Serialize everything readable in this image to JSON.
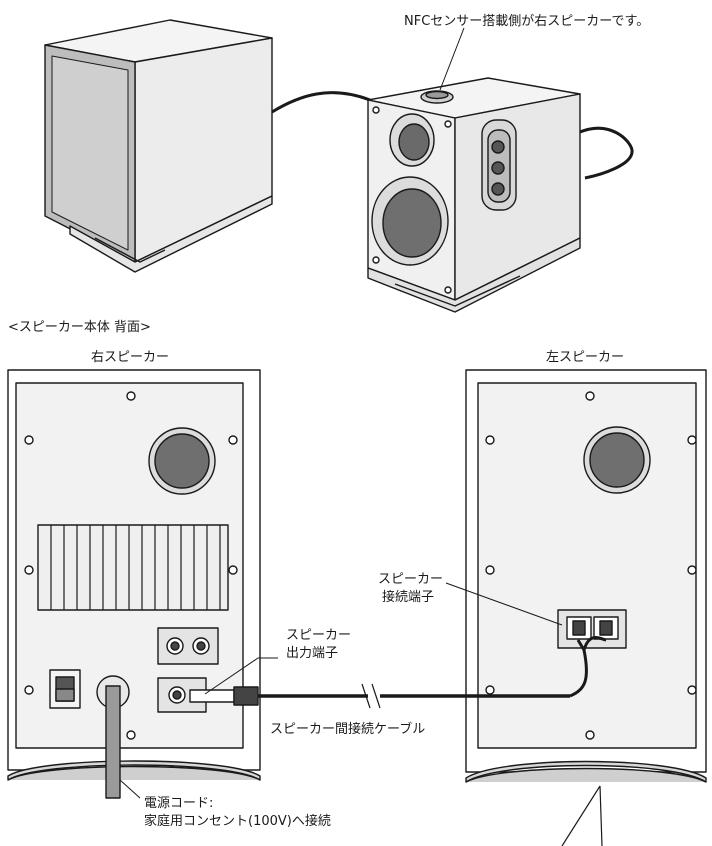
{
  "labels": {
    "nfc_note": "NFCセンサー搭載側が右スピーカーです。",
    "section_title": "<スピーカー本体 背面>",
    "right_speaker": "右スピーカー",
    "left_speaker": "左スピーカー",
    "speaker_terminal_line1": "スピーカー",
    "speaker_terminal_line2": "接続端子",
    "output_terminal_line1": "スピーカー",
    "output_terminal_line2": "出力端子",
    "cable": "スピーカー間接続ケーブル",
    "power_line1": "電源コード:",
    "power_line2": "家庭用コンセント(100V)へ接続"
  }
}
